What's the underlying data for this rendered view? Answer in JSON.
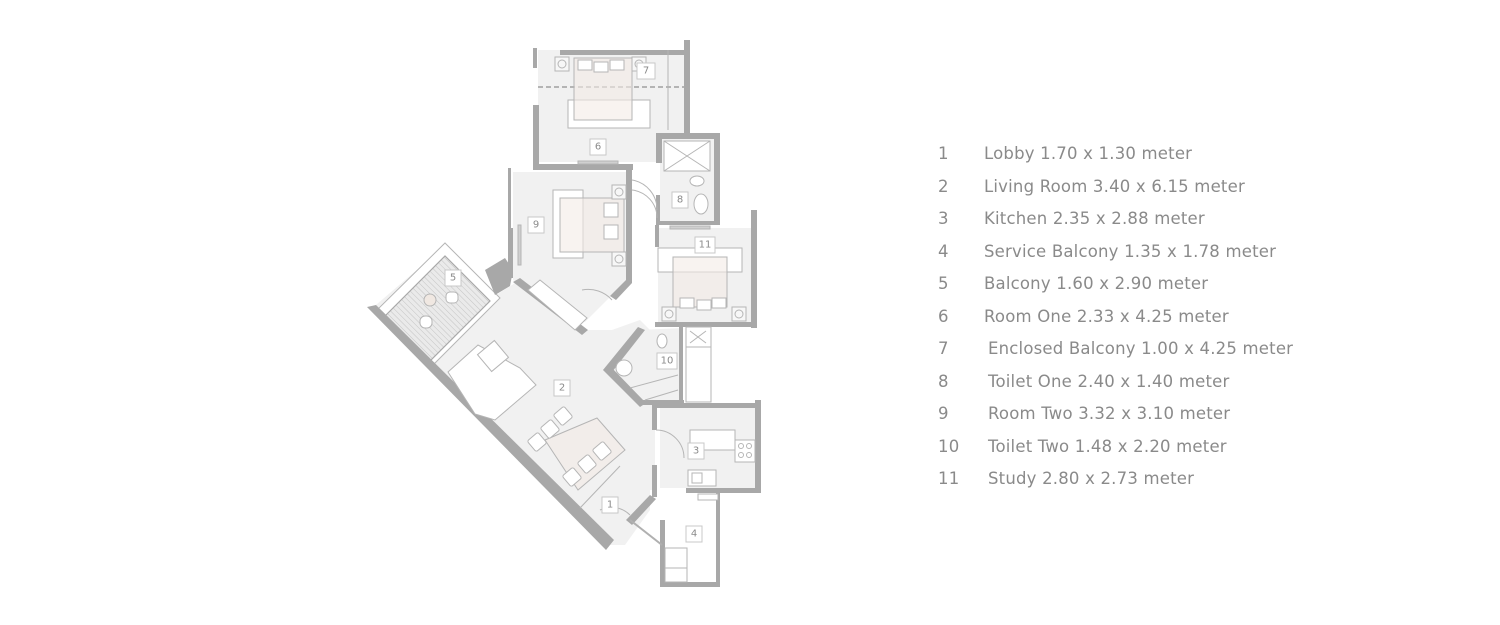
{
  "floor_plan": {
    "colors": {
      "wall": "#a8a8a8",
      "floor": "#f1f1f1",
      "line": "#b5b5b5",
      "accent_bed": "#f3ebe6",
      "legend_text": "#8a8a8a",
      "background": "#ffffff"
    },
    "room_tags": [
      "1",
      "2",
      "3",
      "4",
      "5",
      "6",
      "7",
      "8",
      "9",
      "10",
      "11"
    ]
  },
  "legend": {
    "items": [
      {
        "num": "1",
        "label": "Lobby 1.70 x 1.30 meter"
      },
      {
        "num": "2",
        "label": "Living Room 3.40 x 6.15 meter"
      },
      {
        "num": "3",
        "label": "Kitchen 2.35 x 2.88 meter"
      },
      {
        "num": "4",
        "label": "Service Balcony 1.35 x 1.78 meter"
      },
      {
        "num": "5",
        "label": "Balcony 1.60 x 2.90 meter"
      },
      {
        "num": "6",
        "label": "Room One 2.33 x 4.25 meter"
      },
      {
        "num": "7",
        "label": "Enclosed Balcony 1.00 x 4.25 meter"
      },
      {
        "num": "8",
        "label": "Toilet One 2.40 x 1.40 meter"
      },
      {
        "num": "9",
        "label": "Room Two 3.32 x 3.10 meter"
      },
      {
        "num": "10",
        "label": "Toilet Two 1.48 x 2.20 meter"
      },
      {
        "num": "11",
        "label": "Study 2.80 x 2.73 meter"
      }
    ]
  }
}
